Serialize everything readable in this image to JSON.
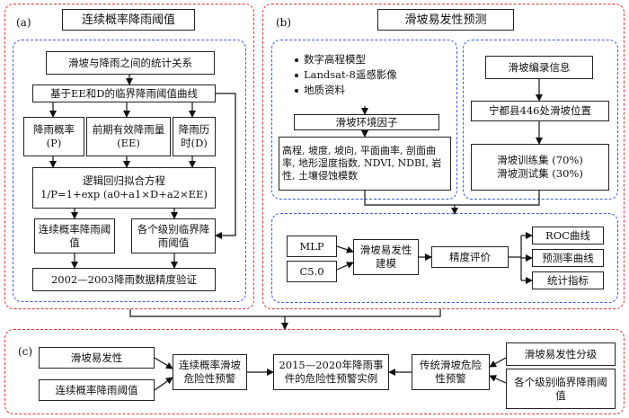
{
  "panel_a": {
    "label": "(a)",
    "title": "连续概率降雨阈值",
    "stat_relation": "滑坡与降雨之间的统计关系",
    "curve_title": "基于EE和D的临界降雨阈值曲线",
    "prob": "降雨概率(P)",
    "ee": "前期有效降雨量(EE)",
    "duration": "降雨历时(D)",
    "logit_title": "逻辑回归拟合方程",
    "logit_eq": "1/P=1+exp (a0+a1×D+a2×EE)",
    "cont_threshold": "连续概率降雨阈值",
    "level_threshold": "各个级别临界降雨阈值",
    "validation": "2002—2003降雨数据精度验证"
  },
  "panel_b": {
    "label": "(b)",
    "title": "滑坡易发性预测",
    "data_sources": [
      "数字高程模型",
      "Landsat-8遥感影像",
      "地质资料"
    ],
    "env_factor": "滑坡环境因子",
    "factor_list": "高程, 坡度, 坡向, 平面曲率, 剖面曲率, 地形湿度指数, NDVI, NDBI, 岩性, 土壤侵蚀模数",
    "catalog": "滑坡编录信息",
    "locations": "宁都县446处滑坡位置",
    "train": "滑坡训练集 (70%)",
    "test": "滑坡测试集 (30%)",
    "mlp": "MLP",
    "c50": "C5.0",
    "modeling": "滑坡易发性建模",
    "accuracy": "精度评价",
    "roc": "ROC曲线",
    "pred_curve": "预测率曲线",
    "stats": "统计指标"
  },
  "panel_c": {
    "label": "(c)",
    "susceptibility": "滑坡易发性",
    "cont_threshold": "连续概率降雨阈值",
    "cont_warning": "连续概率滑坡危险性预警",
    "case": "2015—2020年降雨事件的危险性预警实例",
    "trad_warning": "传统滑坡危险性预警",
    "suscep_zoning": "滑坡易发性分级",
    "level_threshold": "各个级别临界降雨阈值"
  }
}
